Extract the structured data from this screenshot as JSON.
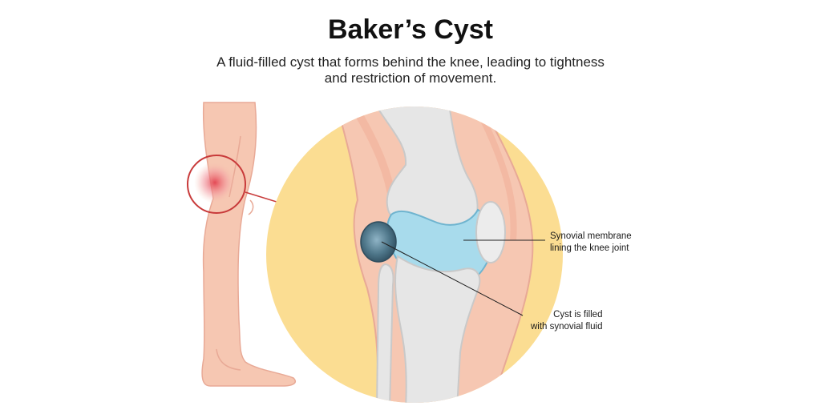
{
  "title": "Baker’s Cyst",
  "subtitle": {
    "line1": "A fluid-filled cyst that forms behind the knee, leading to tightness",
    "line2": "and restriction of movement."
  },
  "labels": {
    "synovial": {
      "line1": "Synovial membrane",
      "line2": "lining the knee joint"
    },
    "cyst": {
      "line1": "Cyst is filled",
      "line2": "with synovial fluid"
    }
  },
  "colors": {
    "background_circle": "#fbdd92",
    "skin": "#f6c7b2",
    "skin_shade": "#efa890",
    "bone": "#e6e6e6",
    "synovial_fluid": "#a8dbec",
    "cyst": "#3e5f72",
    "highlight_ring": "#c83a3a"
  },
  "icons": [
    "leg-illustration",
    "knee-cross-section",
    "cyst-bubble",
    "highlight-circle"
  ]
}
